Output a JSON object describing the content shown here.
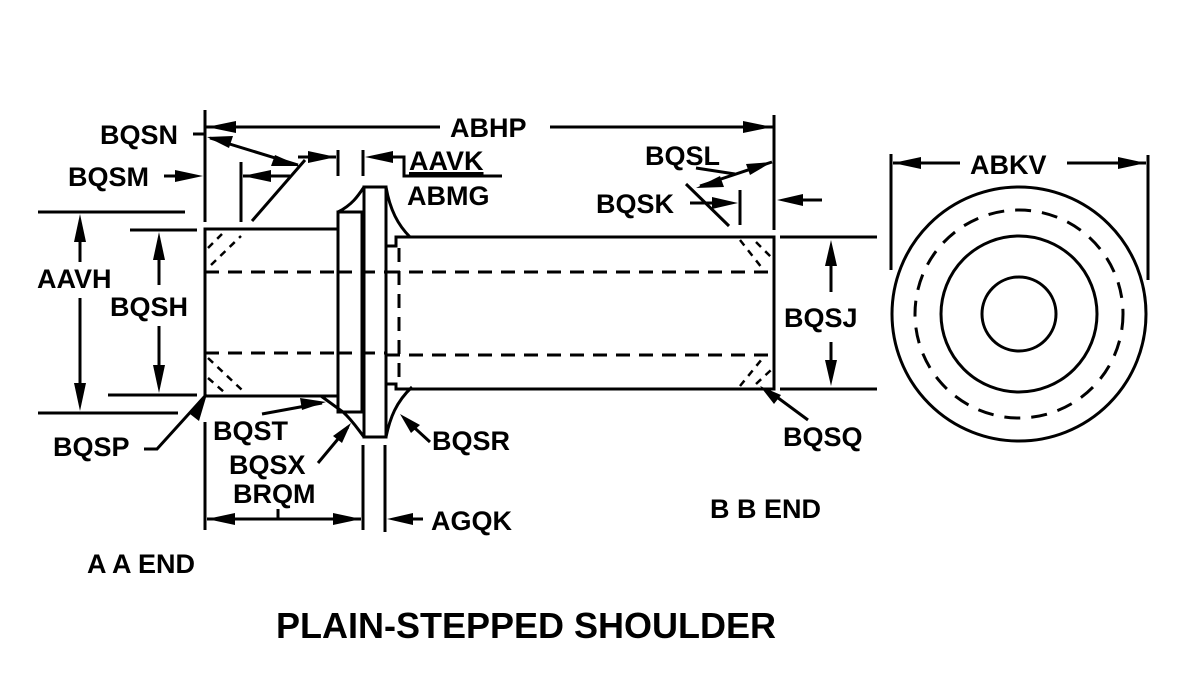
{
  "title": "PLAIN-STEPPED SHOULDER",
  "end_labels": {
    "a_end": "A A END",
    "b_end": "B B END"
  },
  "dimensions": {
    "abhp": "ABHP",
    "bqsn": "BQSN",
    "bqsm": "BQSM",
    "aavk": "AAVK",
    "abmg": "ABMG",
    "bqsl": "BQSL",
    "bqsk": "BQSK",
    "abkv": "ABKV",
    "aavh": "AAVH",
    "bqsh": "BQSH",
    "bqsj": "BQSJ",
    "bqsp": "BQSP",
    "bqst": "BQST",
    "bqsx": "BQSX",
    "brqm": "BRQM",
    "bqsr": "BQSR",
    "bqsq": "BQSQ",
    "agqk": "AGQK"
  },
  "colors": {
    "ink": "#000000",
    "paper": "#ffffff"
  }
}
